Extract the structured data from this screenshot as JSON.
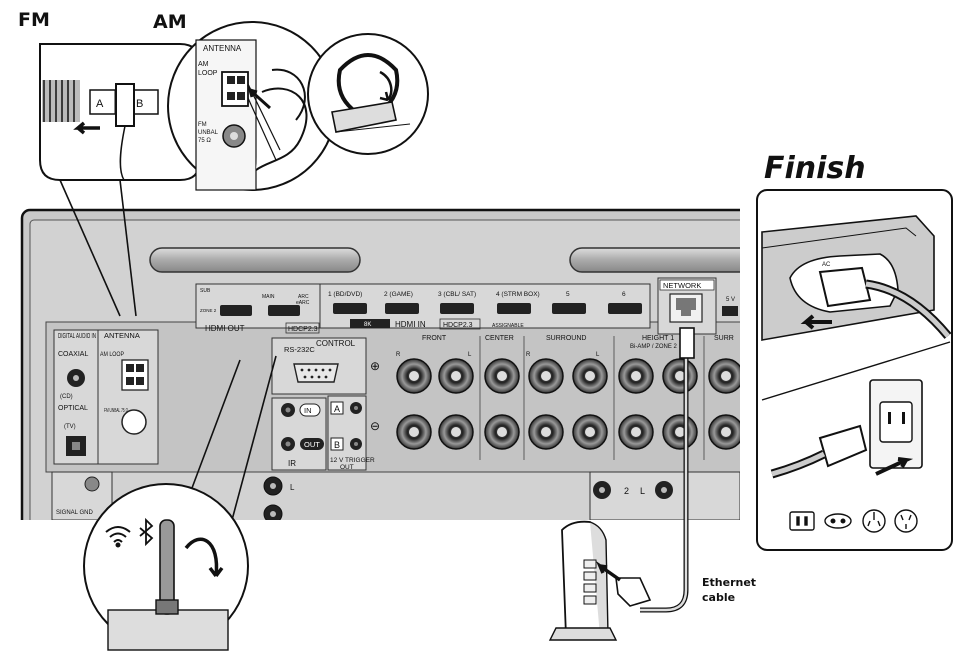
{
  "callouts": {
    "fm": "FM",
    "am": "AM",
    "finish": "Finish",
    "ethernet_line1": "Ethernet",
    "ethernet_line2": "cable"
  },
  "am_detail": {
    "antenna": "ANTENNA",
    "am_loop_1": "AM",
    "am_loop_2": "LOOP",
    "fm_1": "FM",
    "fm_2": "UNBAL",
    "fm_3": "75 Ω"
  },
  "fm_detail": {
    "a": "A",
    "b": "B"
  },
  "panel": {
    "hdmi_out": "HDMI OUT",
    "hdcp": "HDCP2.3",
    "sub": "SUB",
    "main": "MAIN",
    "arc": "ARC",
    "earc": "eARC",
    "zone2": "ZONE 2",
    "hdmi_in": "HDMI IN",
    "eight_k": "8K",
    "assignable": "ASSIGNABLE",
    "inputs": [
      "1 (BD/DVD)",
      "2 (GAME)",
      "3 (CBL/ SAT)",
      "4 (STRM BOX)",
      "5",
      "6"
    ],
    "network": "NETWORK",
    "rs232c": "RS-232C",
    "control": "CONTROL",
    "in": "IN",
    "out": "OUT",
    "ir": "IR",
    "trigger_a": "A",
    "trigger_b": "B",
    "trigger_1": "12 V TRIGGER",
    "trigger_2": "OUT",
    "front": "FRONT",
    "center": "CENTER",
    "surround": "SURROUND",
    "height1": "HEIGHT 1",
    "height_sub": "Bi-AMP / ZONE 2",
    "surr_back": "SURR",
    "digital_audio_in": "DIGITAL AUDIO IN",
    "antenna": "ANTENNA",
    "coaxial": "COAXIAL",
    "optical": "OPTICAL",
    "cd": "(CD)",
    "tv": "(TV)",
    "am_loop": "AM LOOP",
    "fm_unbal": "FM UNBAL 75 Ω",
    "signal_gnd": "SIGNAL GND",
    "r": "R",
    "l": "L",
    "two": "2",
    "plus": "⊕",
    "minus": "⊖",
    "usb_v": "5 V"
  },
  "finish_panel": {
    "am_label": "AC"
  },
  "icons": [
    "wifi-icon",
    "bluetooth-icon",
    "rotate-arrow-icon",
    "plug-type-a-icon",
    "plug-type-c-icon",
    "plug-type-i-icon",
    "plug-type-au-icon"
  ]
}
